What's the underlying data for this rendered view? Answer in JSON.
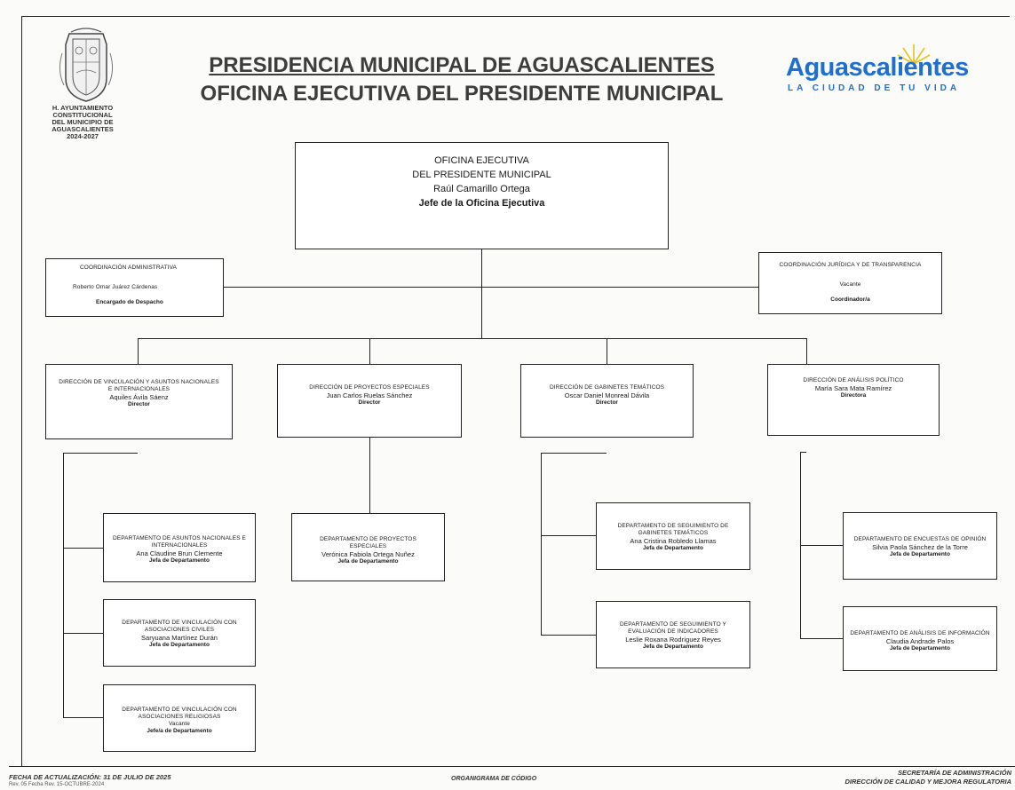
{
  "header": {
    "title_line1": "PRESIDENCIA MUNICIPAL DE AGUASCALIENTES",
    "title_line2": "OFICINA EJECUTIVA DEL PRESIDENTE MUNICIPAL",
    "seal_caption": [
      "H. AYUNTAMIENTO",
      "CONSTITUCIONAL",
      "DEL MUNICIPIO DE",
      "AGUASCALIENTES",
      "2024-2027"
    ],
    "brand_name": "Aguascalientes",
    "brand_tagline": "LA CIUDAD DE TU VIDA",
    "brand_color": "#1e6fd0",
    "brand_accent": "#e6c21a"
  },
  "top": {
    "title1": "OFICINA EJECUTIVA",
    "title2": "DEL PRESIDENTE MUNICIPAL",
    "name": "Raúl Camarillo Ortega",
    "role": "Jefe de la Oficina Ejecutiva"
  },
  "coord_admin": {
    "title": "COORDINACIÓN ADMINISTRATIVA",
    "name": "Roberto Omar Juárez Cárdenas",
    "role": "Encargado de Despacho"
  },
  "coord_juridica": {
    "title": "COORDINACIÓN JURÍDICA Y DE TRANSPARENCIA",
    "name": "Vacante",
    "role": "Coordinador/a"
  },
  "directions": [
    {
      "title": "DIRECCIÓN DE VINCULACIÓN Y ASUNTOS NACIONALES E INTERNACIONALES",
      "name": "Aquiles Ávila Sáenz",
      "role": "Director"
    },
    {
      "title": "DIRECCIÓN DE PROYECTOS ESPECIALES",
      "name": "Juan Carlos Ruelas Sánchez",
      "role": "Director"
    },
    {
      "title": "DIRECCIÓN DE GABINETES TEMÁTICOS",
      "name": "Oscar Daniel Monreal Dávila",
      "role": "Director"
    },
    {
      "title": "DIRECCIÓN DE ANÁLISIS POLÍTICO",
      "name": "María Sara Mata Ramírez",
      "role": "Directora"
    }
  ],
  "departments": {
    "d1": [
      {
        "title": "DEPARTAMENTO DE ASUNTOS NACIONALES E INTERNACIONALES",
        "name": "Ana Claudine Brun Clemente",
        "role": "Jefa de Departamento"
      },
      {
        "title": "DEPARTAMENTO DE VINCULACIÓN CON ASOCIACIONES CIVILES",
        "name": "Saryuana Martínez Durán",
        "role": "Jefa de Departamento"
      },
      {
        "title": "DEPARTAMENTO DE VINCULACIÓN CON ASOCIACIONES RELIGIOSAS",
        "name": "Vacante",
        "role": "Jefe/a de Departamento"
      }
    ],
    "d2": [
      {
        "title": "DEPARTAMENTO DE PROYECTOS ESPECIALES",
        "name": "Verónica Fabiola Ortega Nuñez",
        "role": "Jefa de Departamento"
      }
    ],
    "d3": [
      {
        "title": "DEPARTAMENTO DE SEGUIMIENTO DE GABINETES TEMÁTICOS",
        "name": "Ana Cristina Robledo Llamas",
        "role": "Jefa de Departamento"
      },
      {
        "title": "DEPARTAMENTO DE SEGUIMIENTO Y EVALUACIÓN DE INDICADORES",
        "name": "Leslie Roxana Rodríguez Reyes",
        "role": "Jefa de Departamento"
      }
    ],
    "d4": [
      {
        "title": "DEPARTAMENTO DE ENCUESTAS DE OPINIÓN",
        "name": "Silvia Paola Sánchez de la Torre",
        "role": "Jefa de Departamento"
      },
      {
        "title": "DEPARTAMENTO DE ANÁLISIS DE INFORMACIÓN",
        "name": "Claudia Andrade Palos",
        "role": "Jefa de Departamento"
      }
    ]
  },
  "footer": {
    "updated": "FECHA DE ACTUALIZACIÓN: 31 DE JULIO DE 2025",
    "rev": "Rev. 05   Fecha Rev. 15-OCTUBRE-2024",
    "center": "ORGANIGRAMA DE CÓDIGO",
    "right1": "SECRETARÍA DE ADMINISTRACIÓN",
    "right2": "DIRECCIÓN DE CALIDAD Y MEJORA REGULATORIA"
  }
}
